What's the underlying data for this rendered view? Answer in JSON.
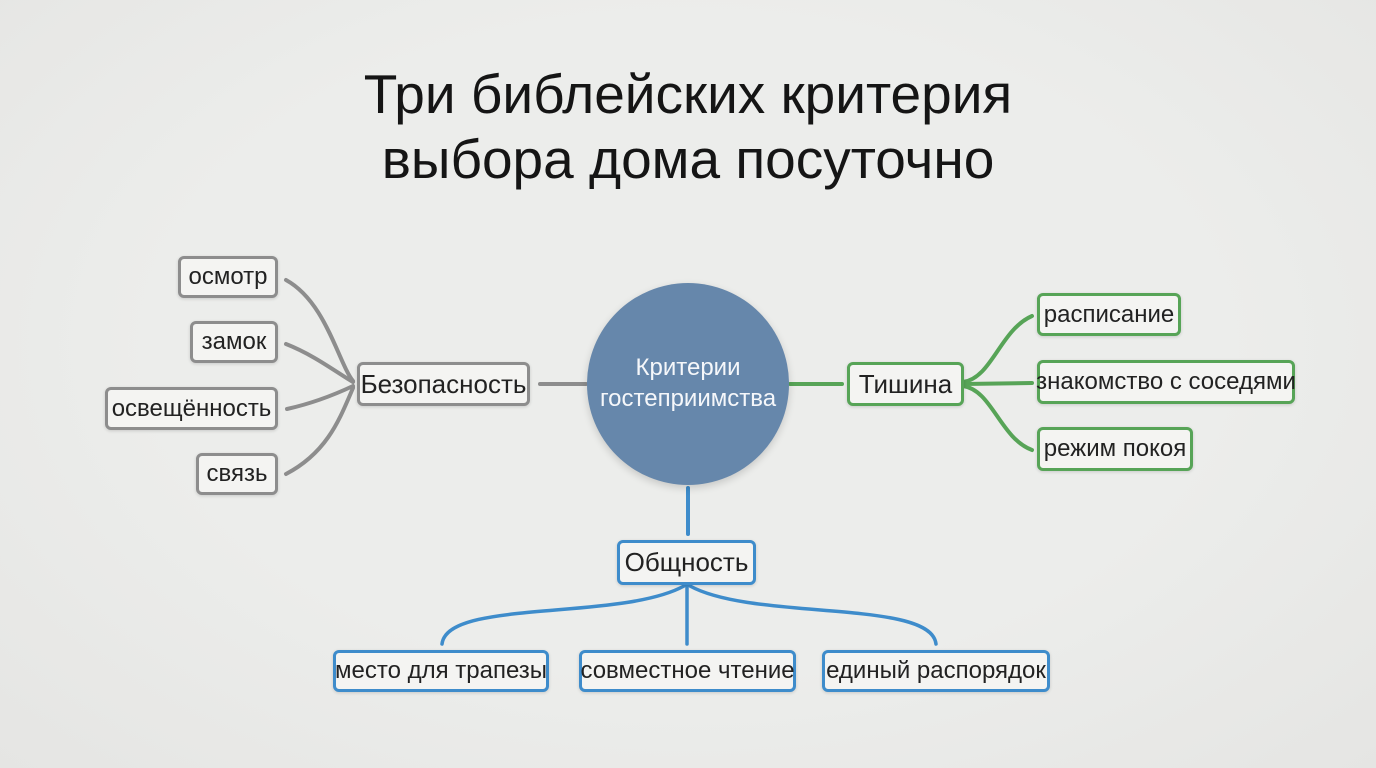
{
  "title": {
    "line1": "Три библейских критерия",
    "line2": "выбора дома посуточно"
  },
  "center": {
    "line1": "Критерии",
    "line2": "гостеприимства"
  },
  "branches": {
    "safety": {
      "label": "Безопасность",
      "children": [
        "осмотр",
        "замок",
        "освещённость",
        "связь"
      ]
    },
    "silence": {
      "label": "Тишина",
      "children": [
        "расписание",
        "знакомство с соседями",
        "режим покоя"
      ]
    },
    "community": {
      "label": "Общность",
      "children": [
        "место для трапезы",
        "совместное чтение",
        "единый распорядок"
      ]
    }
  },
  "colors": {
    "background": "#eaeae8",
    "box_bg": "#f4f4f2",
    "gray": "#8d8d8d",
    "green": "#57a457",
    "blue": "#3e8ccb",
    "circle_fill": "#6687ab",
    "circle_text": "#f5f7fa",
    "text": "#222222",
    "title": "#151515"
  }
}
